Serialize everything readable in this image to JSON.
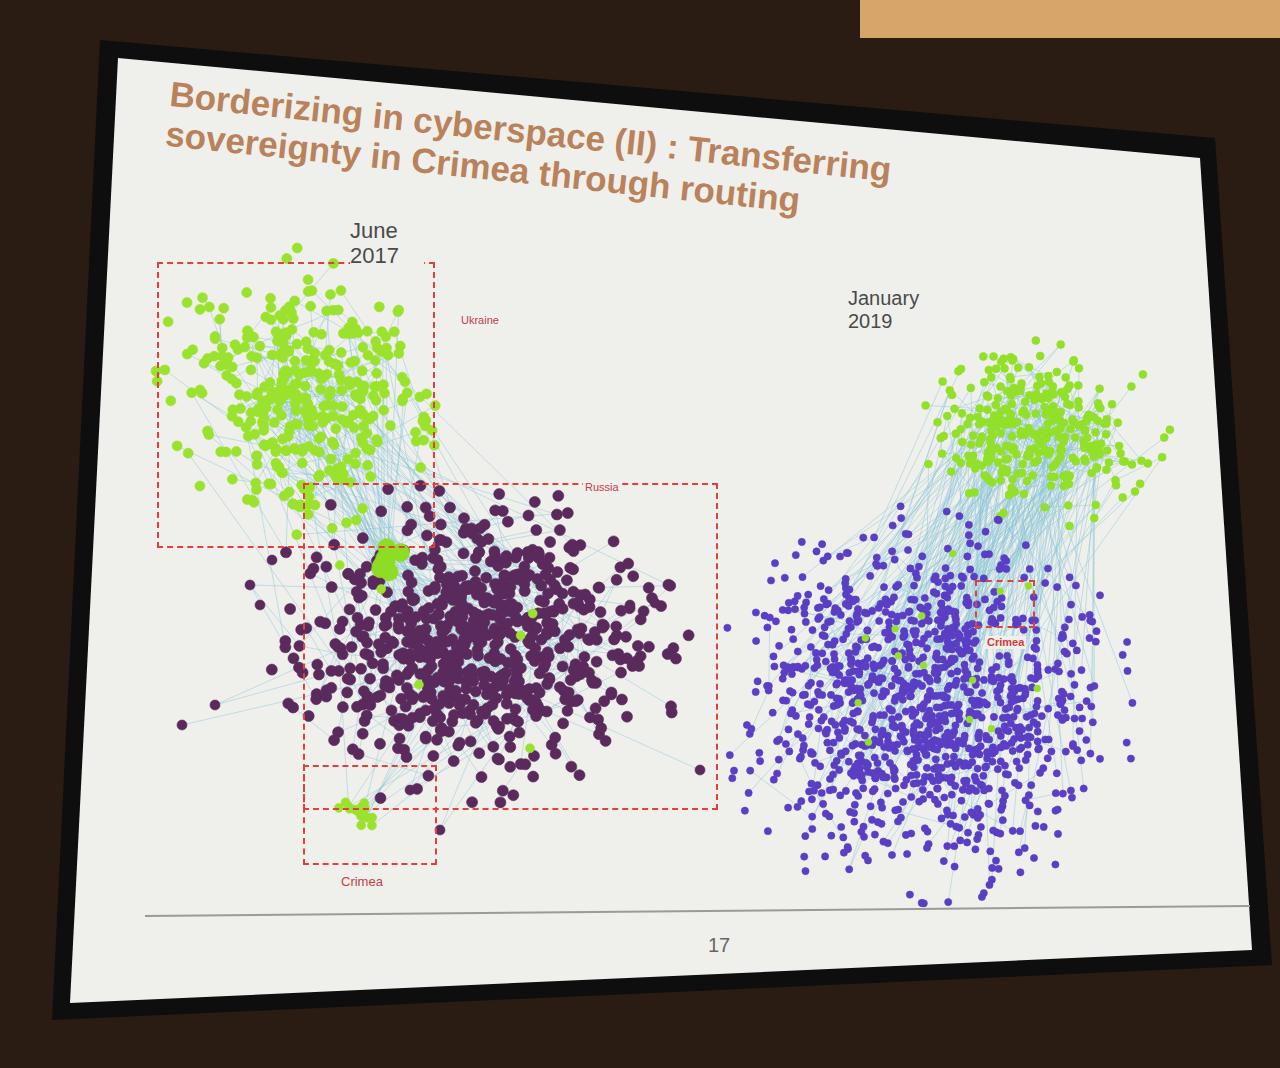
{
  "diagram": {
    "title": "Borderizing in cyberspace (II) : Transferring sovereignty in Crimea through routing",
    "nodes": [
      {
        "text": [
          "Ukraine"
        ]
      },
      {
        "text": [
          "Russia"
        ]
      },
      {
        "text": [
          "Crimea"
        ]
      },
      {
        "text": [
          "Crimea"
        ]
      }
    ],
    "labels": [
      "June 2017",
      "January 2019",
      "17"
    ]
  }
}
